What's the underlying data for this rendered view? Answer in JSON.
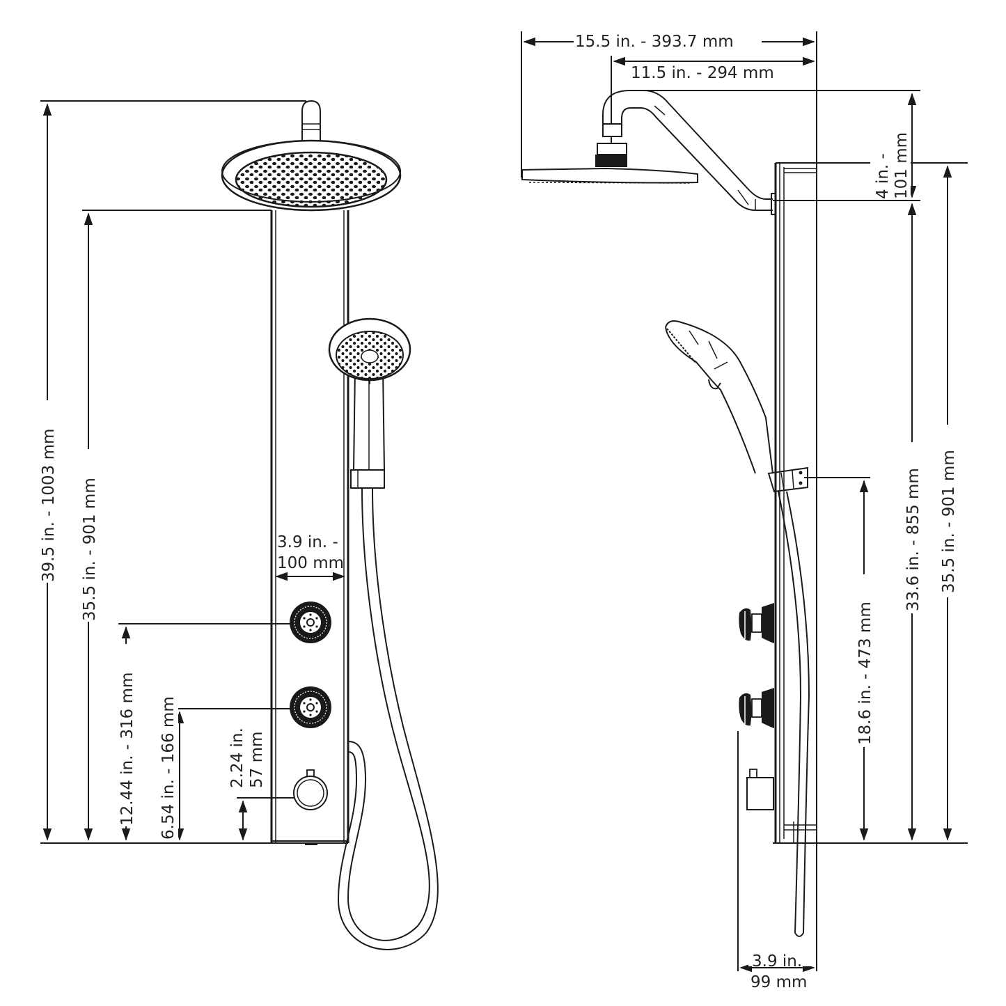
{
  "diagram": {
    "subject": "Shower panel dimension drawing",
    "views": [
      {
        "id": "front",
        "label": "Front view",
        "components": [
          "rain-shower-head",
          "shower-arm-stub",
          "panel-body",
          "hand-shower",
          "hand-shower-holder",
          "body-jet-upper",
          "body-jet-lower",
          "control-knob",
          "shower-hose"
        ],
        "dimensions": {
          "total_height": "39.5 in. - 1003 mm",
          "panel_height": "35.5 in. - 901 mm",
          "upper_jet_height": "12.44 in. - 316 mm",
          "lower_jet_height_label": "6.54 in. - 166 mm",
          "knob_height_line1": "2.24 in.",
          "knob_height_line2": "57 mm",
          "panel_width_line1": "3.9 in. -",
          "panel_width_line2": "100 mm"
        }
      },
      {
        "id": "side",
        "label": "Side view",
        "components": [
          "shower-arm",
          "rain-shower-head",
          "panel-body",
          "hand-shower",
          "hand-shower-holder",
          "body-jet-upper",
          "body-jet-lower",
          "control-knob",
          "shower-hose"
        ],
        "dimensions": {
          "overall_projection": "15.5 in. - 393.7 mm",
          "arm_projection": "11.5 in. - 294 mm",
          "arm_rise_line1": "4 in. -",
          "arm_rise_line2": "101 mm",
          "arm_outlet_height": "33.6 in. - 855 mm",
          "panel_height": "35.5 in. - 901 mm",
          "holder_height": "18.6 in. - 473 mm",
          "panel_depth_line1": "3.9 in.",
          "panel_depth_line2": "99 mm"
        }
      }
    ]
  },
  "colors": {
    "line": "#1a1a1a",
    "background": "#ffffff",
    "text": "#222222"
  }
}
